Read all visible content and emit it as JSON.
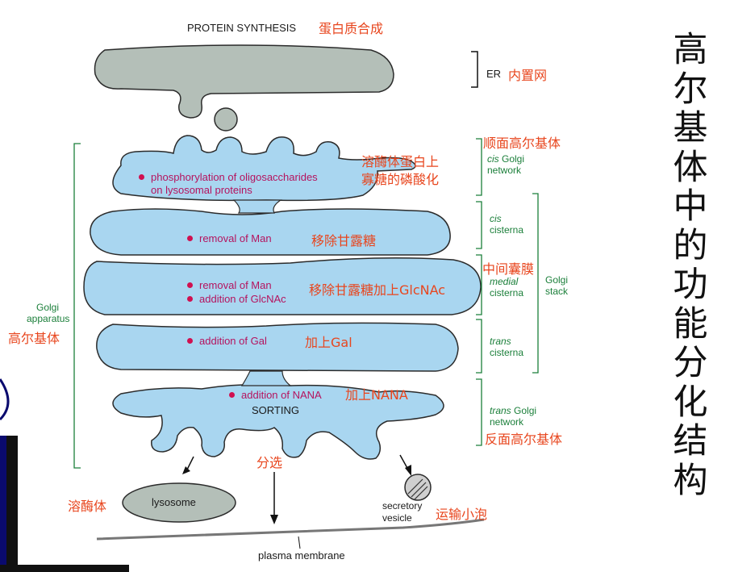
{
  "header": {
    "title_en": "PROTEIN SYNTHESIS",
    "title_cn": "蛋白质合成"
  },
  "er": {
    "label_en": "ER",
    "label_cn": "内置网"
  },
  "cis_network": {
    "cn": "顺面高尔基体",
    "en_italic": "cis",
    "en_line1_rest": " Golgi",
    "en_line2": "network"
  },
  "cis_cisterna": {
    "en_italic": "cis",
    "en_line2": "cisterna"
  },
  "medial_cisterna": {
    "cn": "中间囊膜",
    "en_italic": "medial",
    "en_line2": "cisterna"
  },
  "trans_cisterna": {
    "en_italic": "trans",
    "en_line2": "cisterna"
  },
  "trans_network": {
    "cn": "反面高尔基体",
    "en_italic": "trans",
    "en_line1_rest": " Golgi",
    "en_line2": "network"
  },
  "golgi_stack": {
    "line1": "Golgi",
    "line2": "stack"
  },
  "golgi_apparatus": {
    "line1": "Golgi",
    "line2": "apparatus",
    "cn": "高尔基体"
  },
  "processes": {
    "p1_line1": "phosphorylation of oligosaccharides",
    "p1_line2": "on lysosomal proteins",
    "p1_cn_line1": "溶酶体蛋白上",
    "p1_cn_line2": "寡糖的磷酸化",
    "p2": "removal of Man",
    "p2_cn": "移除甘露糖",
    "p3a": "removal of Man",
    "p3b": "addition of GlcNAc",
    "p3_cn": "移除甘露糖加上GlcNAc",
    "p4": "addition of Gal",
    "p4_cn": "加上Gal",
    "p5": "addition of NANA",
    "p5_cn": "加上NANA"
  },
  "sorting": {
    "en": "SORTING",
    "cn": "分选"
  },
  "lysosome": {
    "en": "lysosome",
    "cn": "溶酶体"
  },
  "secretory_vesicle": {
    "en_line1": "secretory",
    "en_line2": "vesicle",
    "cn": "运输小泡"
  },
  "plasma_membrane": {
    "en": "plasma membrane"
  },
  "side_title": [
    "高",
    "尔",
    "基",
    "体",
    "中",
    "的",
    "功",
    "能",
    "分",
    "化",
    "结",
    "构"
  ],
  "colors": {
    "golgi_fill": "#a9d6f0",
    "er_fill": "#b4bfb8",
    "outline": "#2b2b2b",
    "chinese": "#e8461e",
    "process": "#b5135e",
    "bracket": "#1b7f3a",
    "left_bar": "#0a0a6e"
  }
}
